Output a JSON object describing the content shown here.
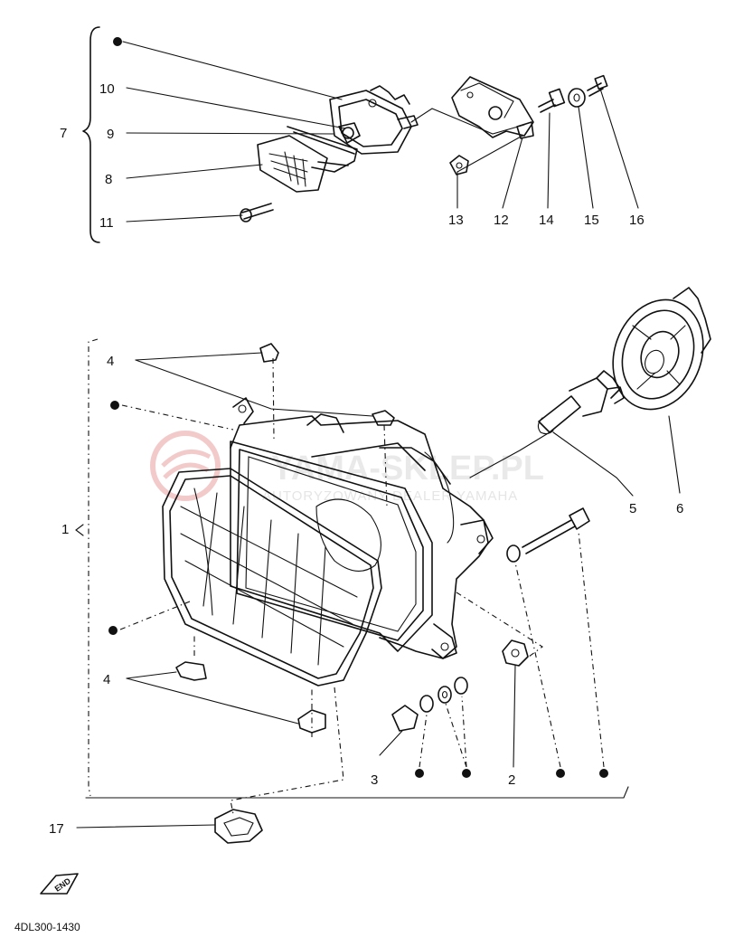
{
  "diagram": {
    "callouts": [
      {
        "id": "c7",
        "text": "7"
      },
      {
        "id": "c10",
        "text": "10"
      },
      {
        "id": "c9",
        "text": "9"
      },
      {
        "id": "c8",
        "text": "8"
      },
      {
        "id": "c11",
        "text": "11"
      },
      {
        "id": "c13",
        "text": "13"
      },
      {
        "id": "c12",
        "text": "12"
      },
      {
        "id": "c14",
        "text": "14"
      },
      {
        "id": "c15",
        "text": "15"
      },
      {
        "id": "c16",
        "text": "16"
      },
      {
        "id": "c4a",
        "text": "4"
      },
      {
        "id": "c1",
        "text": "1"
      },
      {
        "id": "c4b",
        "text": "4"
      },
      {
        "id": "c5",
        "text": "5"
      },
      {
        "id": "c6",
        "text": "6"
      },
      {
        "id": "c3",
        "text": "3"
      },
      {
        "id": "c2",
        "text": "2"
      },
      {
        "id": "c17",
        "text": "17"
      }
    ],
    "diagram_code": "4DL300-1430",
    "end_mark": "END",
    "watermark": {
      "brand": "YAMA-SKLEP.PL",
      "tagline": "AUTORYZOWANY DEALER YAMAHA",
      "logo_color": "#e23a3a"
    }
  }
}
